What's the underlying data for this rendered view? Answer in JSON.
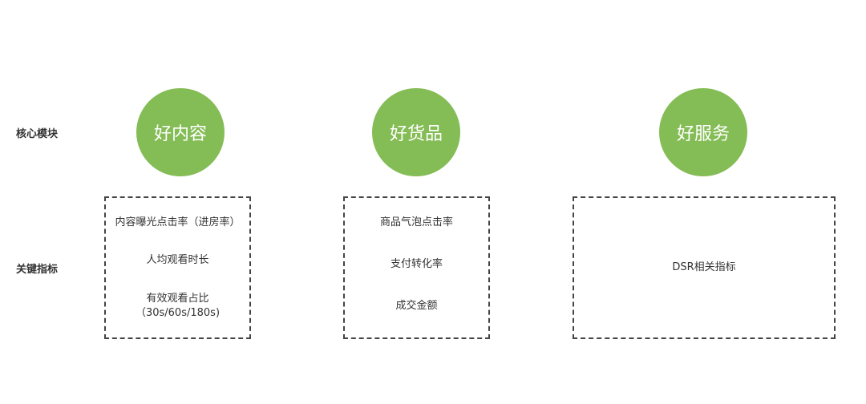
{
  "row_labels": {
    "modules": "核心模块",
    "metrics": "关键指标"
  },
  "modules": [
    {
      "title": "好内容",
      "metrics": [
        "内容曝光点击率（进房率）",
        "人均观看时长",
        "有效观看占比",
        "（30s/60s/180s)"
      ]
    },
    {
      "title": "好货品",
      "metrics": [
        "商品气泡点击率",
        "支付转化率",
        "成交金额"
      ]
    },
    {
      "title": "好服务",
      "metrics": [
        "DSR相关指标"
      ]
    }
  ],
  "colors": {
    "circle_fill": "#84BC55",
    "box_border": "#444444"
  }
}
